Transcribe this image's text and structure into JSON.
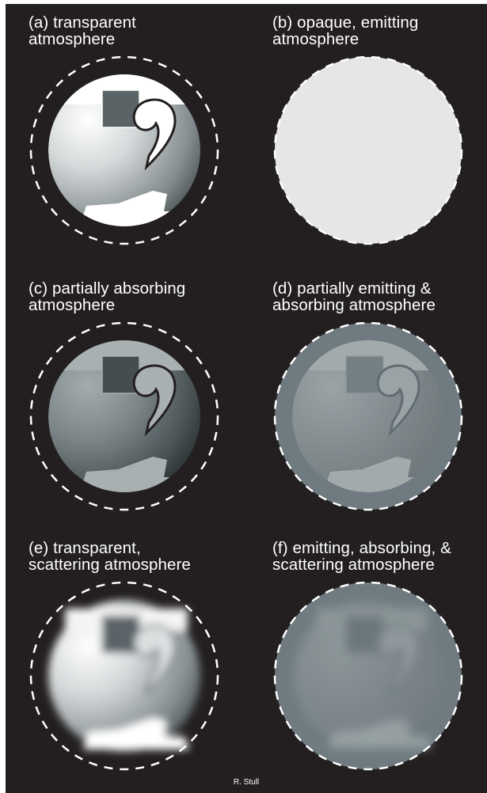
{
  "panels": [
    {
      "id": "a",
      "label": "(a) transparent\natmosphere"
    },
    {
      "id": "b",
      "label": "(b) opaque, emitting\natmosphere"
    },
    {
      "id": "c",
      "label": "(c) partially absorbing\natmosphere"
    },
    {
      "id": "d",
      "label": "(d) partially emitting &\nabsorbing atmosphere"
    },
    {
      "id": "e",
      "label": "(e) transparent,\nscattering atmosphere"
    },
    {
      "id": "f",
      "label": "(f) emitting, absorbing, &\nscattering atmosphere"
    }
  ],
  "credit": "R. Stull",
  "colors": {
    "background": "#231f20",
    "dashed_outline": "#ffffff",
    "opaque_atmosphere": "#e6e6e6",
    "emitting_atmosphere": "#6f7b80",
    "cloud_square": "#5a6467"
  }
}
